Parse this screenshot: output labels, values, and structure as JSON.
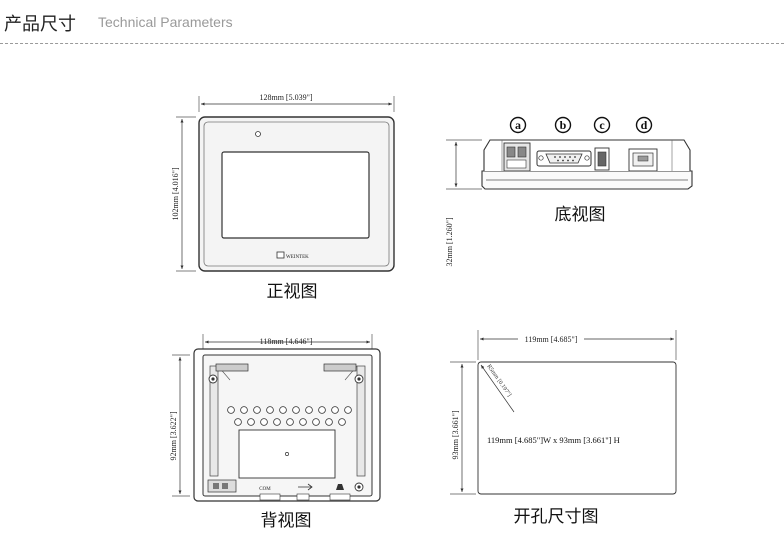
{
  "header": {
    "title_cn": "产品尺寸",
    "title_en": "Technical Parameters"
  },
  "front_view": {
    "width_dim": "128mm [5.039\"]",
    "height_dim": "102mm [4.016\"]",
    "logo_text": "WEINTEK",
    "caption": "正视图"
  },
  "bottom_view": {
    "ports": [
      "a",
      "b",
      "c",
      "d"
    ],
    "depth_dim": "32mm [1.260\"]",
    "caption": "底视图"
  },
  "back_view": {
    "width_dim": "118mm [4.646\"]",
    "height_dim": "92mm [3.622\"]",
    "label_com": "COM",
    "caption": "背视图"
  },
  "cutout_view": {
    "width_dim": "119mm [4.685\"]",
    "height_dim": "93mm [3.661\"]",
    "corner_dim": "R5mm [0.197\"]",
    "center_text": "119mm [4.685\"]W x 93mm [3.661\"] H",
    "caption": "开孔尺寸图"
  }
}
